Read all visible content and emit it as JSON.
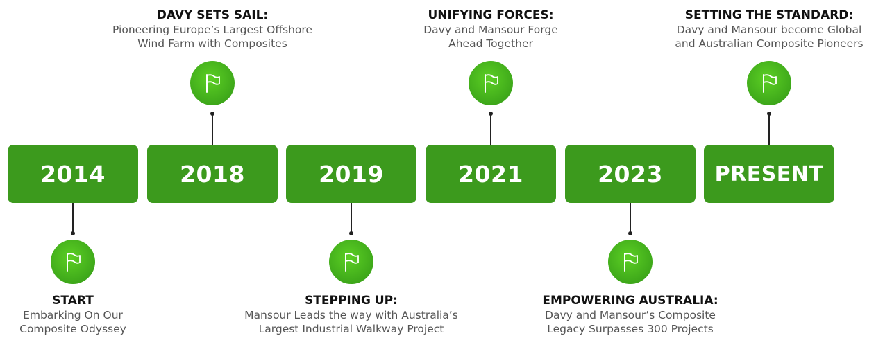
{
  "timeline": {
    "milestones": [
      {
        "year": "2014",
        "title": "START",
        "description": "Embarking On Our\nComposite Odyssey",
        "position": "below"
      },
      {
        "year": "2018",
        "title": "DAVY SETS SAIL:",
        "description": "Pioneering Europe’s Largest Offshore\nWind Farm with Composites",
        "position": "above"
      },
      {
        "year": "2019",
        "title": "STEPPING UP:",
        "description": "Mansour Leads the way with Australia’s\nLargest Industrial Walkway Project",
        "position": "below"
      },
      {
        "year": "2021",
        "title": "UNIFYING FORCES:",
        "description": "Davy and Mansour Forge\nAhead Together",
        "position": "above"
      },
      {
        "year": "2023",
        "title": "EMPOWERING AUSTRALIA:",
        "description": "Davy and Mansour’s Composite\nLegacy Surpasses 300 Projects",
        "position": "below"
      },
      {
        "year": "PRESENT",
        "title": "SETTING THE STANDARD:",
        "description": "Davy and Mansour become Global\nand Australian Composite Pioneers",
        "position": "above"
      }
    ],
    "colors": {
      "year_box": "#3c9a1d",
      "flag_badge": "#47b91e",
      "connector": "#222222",
      "title_text": "#111111",
      "description_text": "#555555"
    },
    "icon": "flag-icon"
  }
}
